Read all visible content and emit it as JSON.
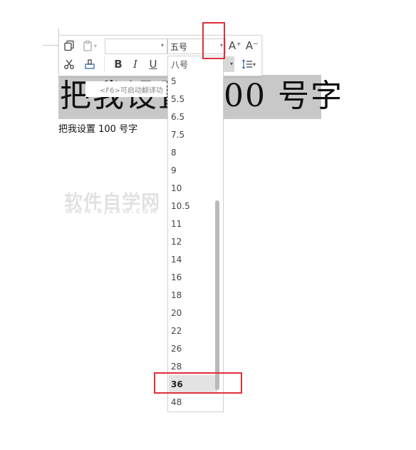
{
  "document": {
    "big_text": "把我设置 100 号字",
    "small_text": "把我设置 100 号字"
  },
  "watermark": {
    "main": "软件自学网",
    "sub": "WWW.RJZXW.COM"
  },
  "toolbar": {
    "font_name_value": "",
    "font_size_value": "五号",
    "dropdown_arrow": "▾",
    "grow_label": "A⁺",
    "shrink_label": "A⁻",
    "bold_label": "B",
    "italic_label": "I",
    "underline_label": "U"
  },
  "hint": {
    "text": "<F6>可启动翻译功"
  },
  "font_size_dropdown": {
    "options": [
      "八号",
      "5",
      "5.5",
      "6.5",
      "7.5",
      "8",
      "9",
      "10",
      "10.5",
      "11",
      "12",
      "14",
      "16",
      "18",
      "20",
      "22",
      "26",
      "28",
      "36",
      "48"
    ],
    "selected": "36"
  },
  "colors": {
    "highlight": "#e0303a",
    "selection_bg": "#c8c8c8"
  }
}
